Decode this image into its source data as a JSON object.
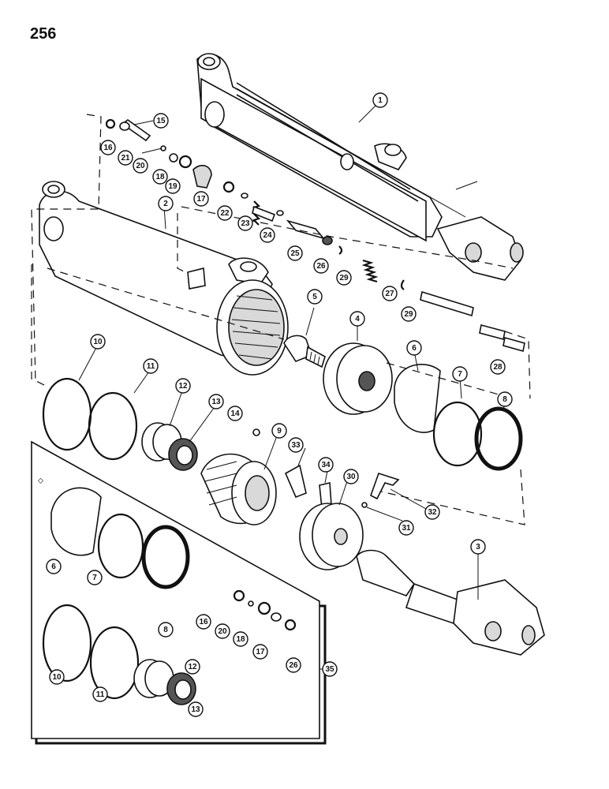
{
  "page": {
    "number": "256"
  },
  "callouts": [
    {
      "n": "1"
    },
    {
      "n": "2"
    },
    {
      "n": "3"
    },
    {
      "n": "4"
    },
    {
      "n": "5"
    },
    {
      "n": "6"
    },
    {
      "n": "7"
    },
    {
      "n": "8"
    },
    {
      "n": "9"
    },
    {
      "n": "10"
    },
    {
      "n": "11"
    },
    {
      "n": "12"
    },
    {
      "n": "13"
    },
    {
      "n": "14"
    },
    {
      "n": "15"
    },
    {
      "n": "16"
    },
    {
      "n": "17"
    },
    {
      "n": "18"
    },
    {
      "n": "19"
    },
    {
      "n": "20"
    },
    {
      "n": "21"
    },
    {
      "n": "22"
    },
    {
      "n": "23"
    },
    {
      "n": "24"
    },
    {
      "n": "25"
    },
    {
      "n": "26"
    },
    {
      "n": "27"
    },
    {
      "n": "28"
    },
    {
      "n": "29"
    },
    {
      "n": "29"
    },
    {
      "n": "30"
    },
    {
      "n": "31"
    },
    {
      "n": "32"
    },
    {
      "n": "33"
    },
    {
      "n": "34"
    },
    {
      "n": "6"
    },
    {
      "n": "7"
    },
    {
      "n": "8"
    },
    {
      "n": "10"
    },
    {
      "n": "11"
    },
    {
      "n": "12"
    },
    {
      "n": "13"
    },
    {
      "n": "16"
    },
    {
      "n": "20"
    },
    {
      "n": "18"
    },
    {
      "n": "17"
    },
    {
      "n": "26"
    },
    {
      "n": "35"
    }
  ]
}
